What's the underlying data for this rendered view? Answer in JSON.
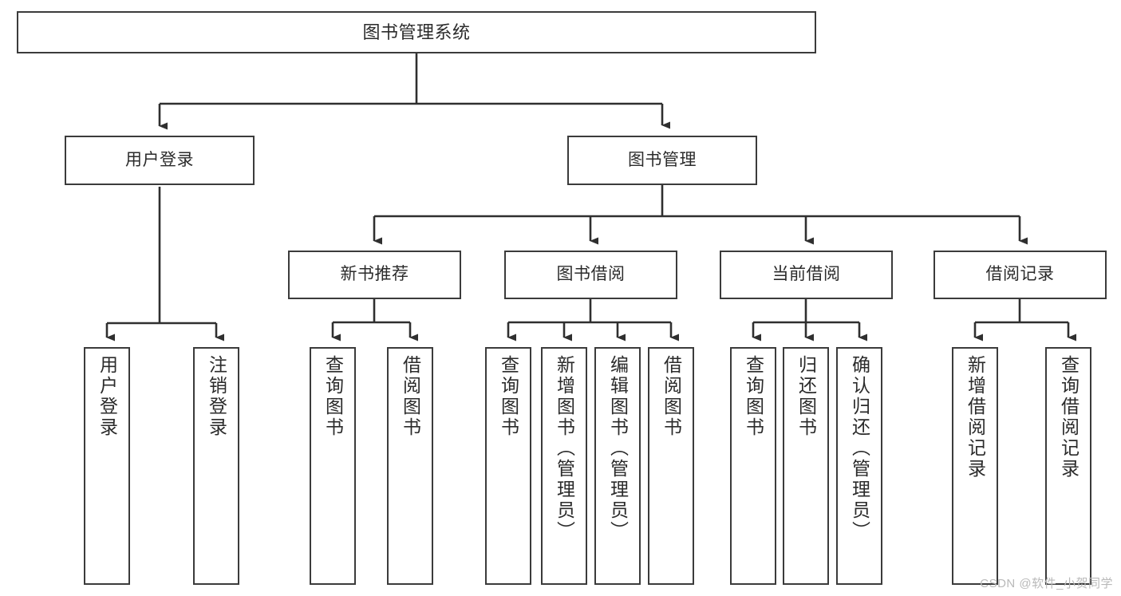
{
  "diagram": {
    "title": "图书管理系统",
    "watermark": "CSDN @软件_小贺同学",
    "colors": {
      "box_border": "#3b3b3b",
      "box_fill": "#ffffff",
      "edge": "#2f2f2f",
      "text": "#2b2b2b",
      "watermark": "#b9b9b9",
      "background": "#ffffff"
    },
    "levels": {
      "root": "图书管理系统",
      "level2": [
        "用户登录",
        "图书管理"
      ],
      "level3": [
        "新书推荐",
        "图书借阅",
        "当前借阅",
        "借阅记录"
      ]
    },
    "nodes": {
      "root": {
        "label": "图书管理系统"
      },
      "user_login": {
        "label": "用户登录"
      },
      "book_manage": {
        "label": "图书管理"
      },
      "new_book_recommend": {
        "label": "新书推荐"
      },
      "book_borrow": {
        "label": "图书借阅"
      },
      "current_borrow": {
        "label": "当前借阅"
      },
      "borrow_record": {
        "label": "借阅记录"
      },
      "leaf_user_login": {
        "label": "用户登录"
      },
      "leaf_logout": {
        "label": "注销登录"
      },
      "leaf_query_book_1": {
        "label": "查询图书"
      },
      "leaf_borrow_book_1": {
        "label": "借阅图书"
      },
      "leaf_query_book_2": {
        "label": "查询图书"
      },
      "leaf_add_book": {
        "label": "新增图书（管理员）"
      },
      "leaf_edit_book": {
        "label": "编辑图书（管理员）"
      },
      "leaf_borrow_book_2": {
        "label": "借阅图书"
      },
      "leaf_query_book_3": {
        "label": "查询图书"
      },
      "leaf_return_book": {
        "label": "归还图书"
      },
      "leaf_confirm_return": {
        "label": "确认归还（管理员）"
      },
      "leaf_add_record": {
        "label": "新增借阅记录"
      },
      "leaf_query_record": {
        "label": "查询借阅记录"
      }
    }
  }
}
